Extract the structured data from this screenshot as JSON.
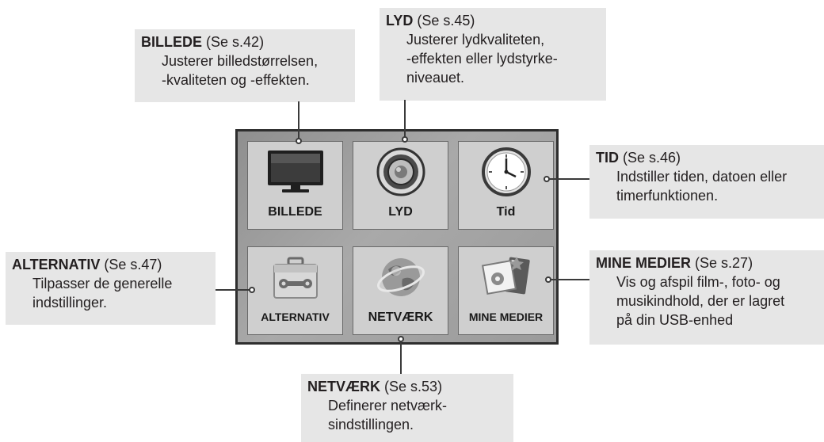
{
  "callouts": {
    "billede": {
      "title": "BILLEDE",
      "ref": "(Se s.42)",
      "lines": [
        "Justerer billedstørrelsen,",
        "-kvaliteten og -effekten."
      ]
    },
    "lyd": {
      "title": "LYD",
      "ref": "(Se s.45)",
      "lines": [
        "Justerer lydkvaliteten,",
        "-effekten eller lydstyrke-",
        "niveauet."
      ]
    },
    "tid": {
      "title": "TID",
      "ref": "(Se s.46)",
      "lines": [
        "Indstiller tiden, datoen eller",
        "timerfunktionen."
      ]
    },
    "alternativ": {
      "title": "ALTERNATIV",
      "ref": "(Se s.47)",
      "lines": [
        "Tilpasser de generelle",
        "indstillinger."
      ]
    },
    "mine_medier": {
      "title": "MINE MEDIER",
      "ref": "(Se s.27)",
      "lines": [
        "Vis og afspil film-, foto- og",
        "musikindhold, der er lagret",
        "på din USB-enhed"
      ]
    },
    "netvaerk": {
      "title": "NETVÆRK",
      "ref": "(Se s.53)",
      "lines": [
        "Definerer netværk-",
        "sindstillingen."
      ]
    }
  },
  "tiles": {
    "billede": "BILLEDE",
    "lyd": "LYD",
    "tid": "Tid",
    "alternativ": "ALTERNATIV",
    "netvaerk": "NETVÆRK",
    "mine_medier": "MINE MEDIER"
  },
  "icons": {
    "billede": "tv-icon",
    "lyd": "speaker-icon",
    "tid": "clock-icon",
    "alternativ": "toolbox-icon",
    "netvaerk": "globe-icon",
    "mine_medier": "media-icon"
  }
}
